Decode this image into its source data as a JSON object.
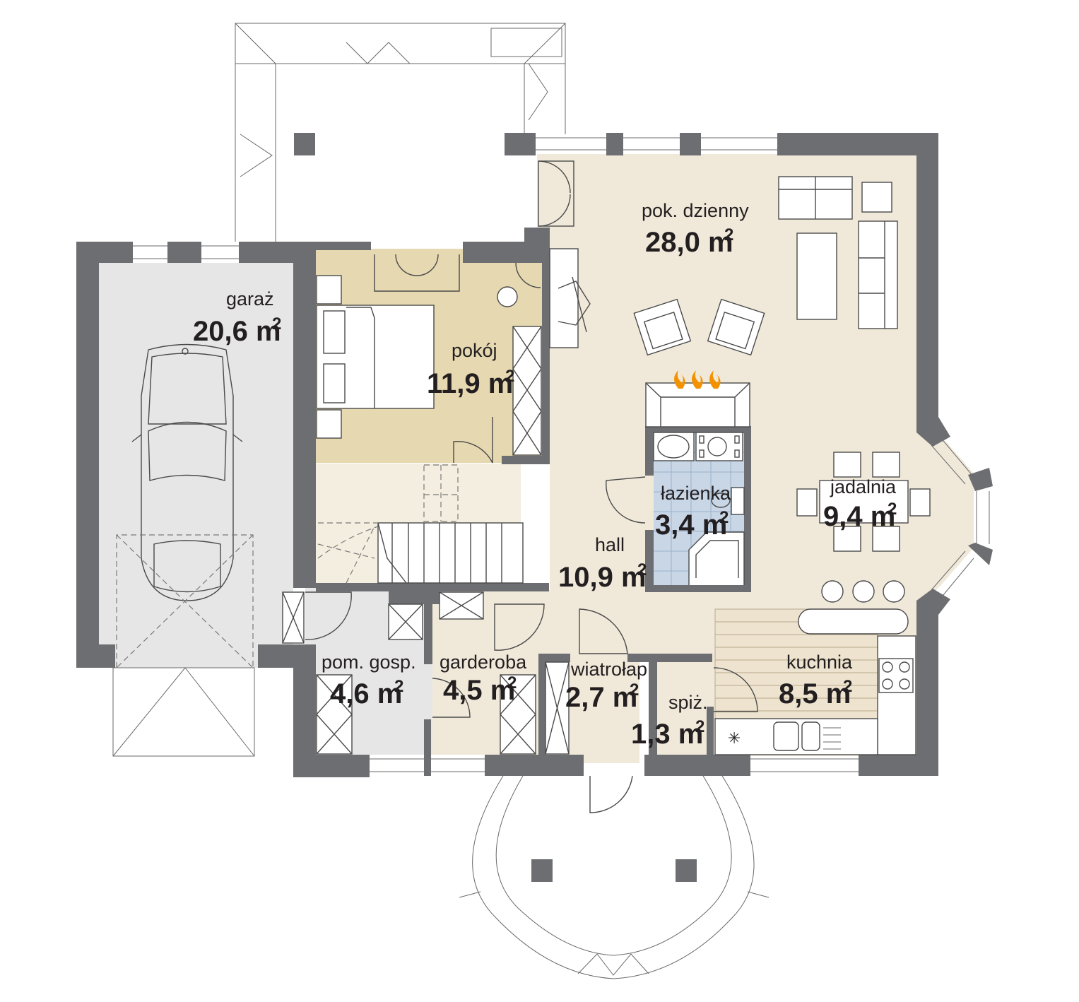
{
  "colors": {
    "wall": "#6d6e71",
    "garage_floor": "#e6e6e7",
    "living_floor": "#f0e9da",
    "bedroom_floor": "#e6d8b0",
    "stair_floor": "#f3eedf",
    "utility_floor": "#e6e6e7",
    "bathroom_tile": "#c8d6e6",
    "fireplace_flame": "#f39200"
  },
  "unit": "m",
  "rooms": [
    {
      "id": "garaz",
      "name": "garaż",
      "area": "20,6"
    },
    {
      "id": "pokoj",
      "name": "pokój",
      "area": "11,9"
    },
    {
      "id": "pok_dzienny",
      "name": "pok. dzienny",
      "area": "28,0"
    },
    {
      "id": "lazienka",
      "name": "łazienka",
      "area": "3,4"
    },
    {
      "id": "jadalnia",
      "name": "jadalnia",
      "area": "9,4"
    },
    {
      "id": "hall",
      "name": "hall",
      "area": "10,9"
    },
    {
      "id": "pom_gosp",
      "name": "pom. gosp.",
      "area": "4,6"
    },
    {
      "id": "garderoba",
      "name": "garderoba",
      "area": "4,5"
    },
    {
      "id": "wiatrolap",
      "name": "wiatrołap",
      "area": "2,7"
    },
    {
      "id": "spiz",
      "name": "spiż.",
      "area": "1,3"
    },
    {
      "id": "kuchnia",
      "name": "kuchnia",
      "area": "8,5"
    }
  ]
}
